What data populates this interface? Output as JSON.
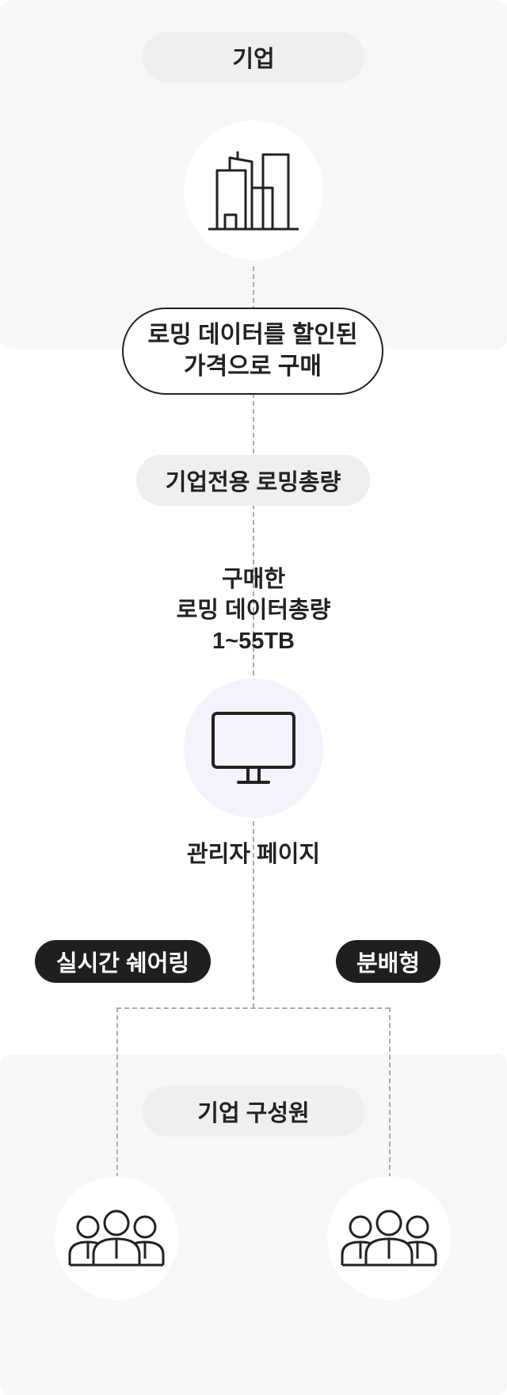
{
  "top_section": {
    "label": "기업",
    "icon": "building-icon"
  },
  "purchase": {
    "line1": "로밍 데이터를 할인된",
    "line2": "가격으로 구매"
  },
  "pool": {
    "label": "기업전용 로밍총량"
  },
  "purchased": {
    "line1": "구매한",
    "line2": "로밍 데이터총량",
    "line3": "1~55TB"
  },
  "admin": {
    "label": "관리자 페이지",
    "icon": "monitor-icon"
  },
  "modes": [
    {
      "label": "실시간 쉐어링"
    },
    {
      "label": "분배형"
    }
  ],
  "bottom_section": {
    "label": "기업 구성원",
    "icon": "team-icon"
  },
  "colors": {
    "panel": "#f7f7f7",
    "pill": "#efefef",
    "dark_pill": "#1f1f1f",
    "monitor_circle": "#f5f2fc",
    "connector": "#aaaaaa"
  }
}
